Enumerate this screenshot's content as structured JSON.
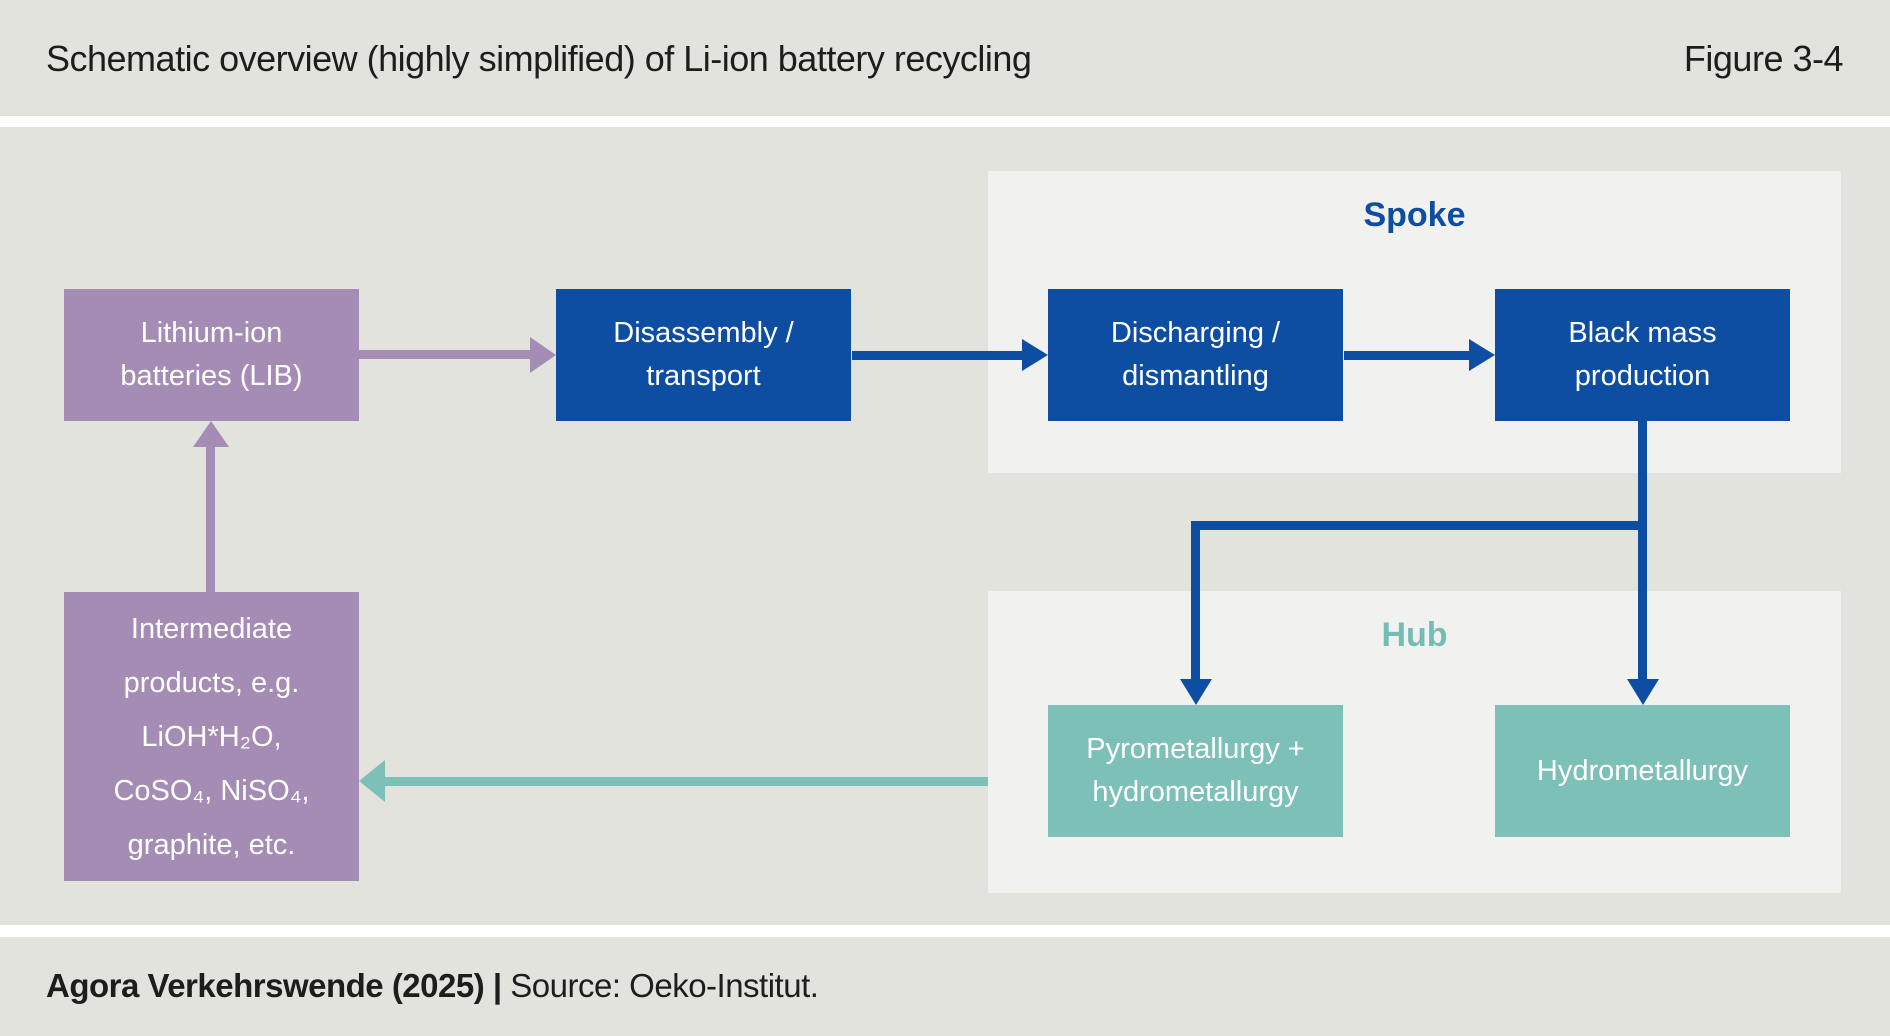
{
  "title": {
    "text": "Schematic overview (highly simplified) of Li-ion battery recycling",
    "figure_label": "Figure 3-4"
  },
  "groups": {
    "spoke": {
      "label": "Spoke"
    },
    "hub": {
      "label": "Hub"
    }
  },
  "boxes": {
    "lib": {
      "lines": [
        "Lithium-ion",
        "batteries (LIB)"
      ]
    },
    "disassembly": {
      "lines": [
        "Disassembly /",
        "transport"
      ]
    },
    "discharging": {
      "lines": [
        "Discharging /",
        "dismantling"
      ]
    },
    "black_mass": {
      "lines": [
        "Black mass",
        "production"
      ]
    },
    "intermediate": {
      "lines": [
        "Intermediate",
        "products, e.g.",
        "LiOH*H₂O,",
        "CoSO₄, NiSO₄,",
        "graphite, etc."
      ]
    },
    "pyro": {
      "lines": [
        "Pyrometallurgy +",
        "hydrometallurgy"
      ]
    },
    "hydro": {
      "lines": [
        "Hydrometallurgy"
      ]
    }
  },
  "footer": {
    "source_bold": "Agora Verkehrswende (2025) |",
    "source_regular": " Source: Oeko-Institut."
  },
  "colors": {
    "background": "#e3e3de",
    "panel": "#f1f1ef",
    "band": "#ffffff",
    "blue": "#0d4ea3",
    "purple": "#a48cb4",
    "teal": "#7dc0b7",
    "hub_label": "#74bdb4",
    "text_dark": "#1d1d1b",
    "box_text": "#ffffff"
  }
}
